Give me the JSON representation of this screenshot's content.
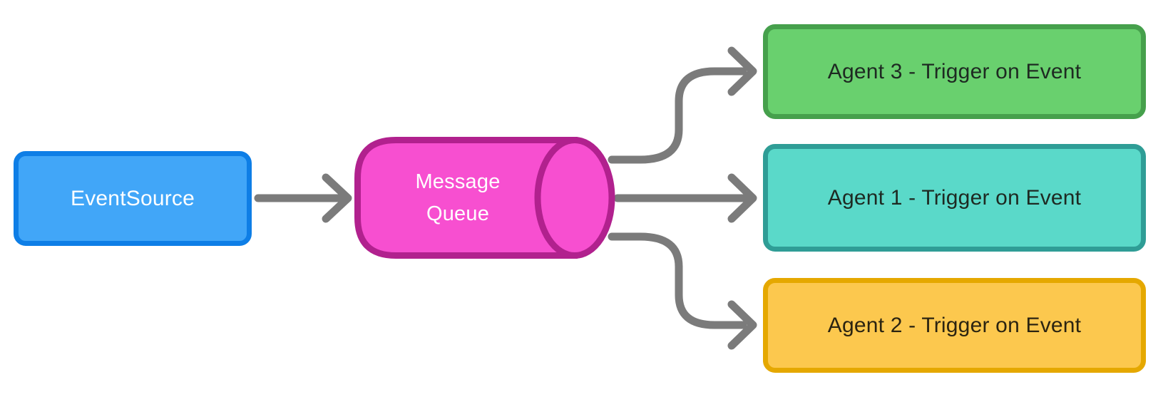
{
  "diagram": {
    "background": "#ffffff",
    "arrow_color": "#7b7b7b",
    "nodes": {
      "event_source": {
        "label": "EventSource",
        "shape": "rounded-rectangle",
        "fill": "#41a6f8",
        "border": "#0e7ee6",
        "text_color": "#ffffff"
      },
      "message_queue": {
        "label": "Message\nQueue",
        "shape": "cylinder",
        "fill": "#f74fd0",
        "border": "#b1218e",
        "text_color": "#ffffff"
      },
      "agent3": {
        "label": "Agent 3 - Trigger on Event",
        "shape": "rounded-rectangle",
        "fill": "#69d06e",
        "border": "#46a04c",
        "text_color": "#1e2a22"
      },
      "agent1": {
        "label": "Agent 1 - Trigger on Event",
        "shape": "rounded-rectangle",
        "fill": "#5ad9c9",
        "border": "#2f9d96",
        "text_color": "#1e2a22"
      },
      "agent2": {
        "label": "Agent 2 - Trigger on Event",
        "shape": "rounded-rectangle",
        "fill": "#fcc84e",
        "border": "#e5a800",
        "text_color": "#2b2411"
      }
    },
    "edges": [
      {
        "from": "event_source",
        "to": "message_queue"
      },
      {
        "from": "message_queue",
        "to": "agent3"
      },
      {
        "from": "message_queue",
        "to": "agent1"
      },
      {
        "from": "message_queue",
        "to": "agent2"
      }
    ]
  }
}
